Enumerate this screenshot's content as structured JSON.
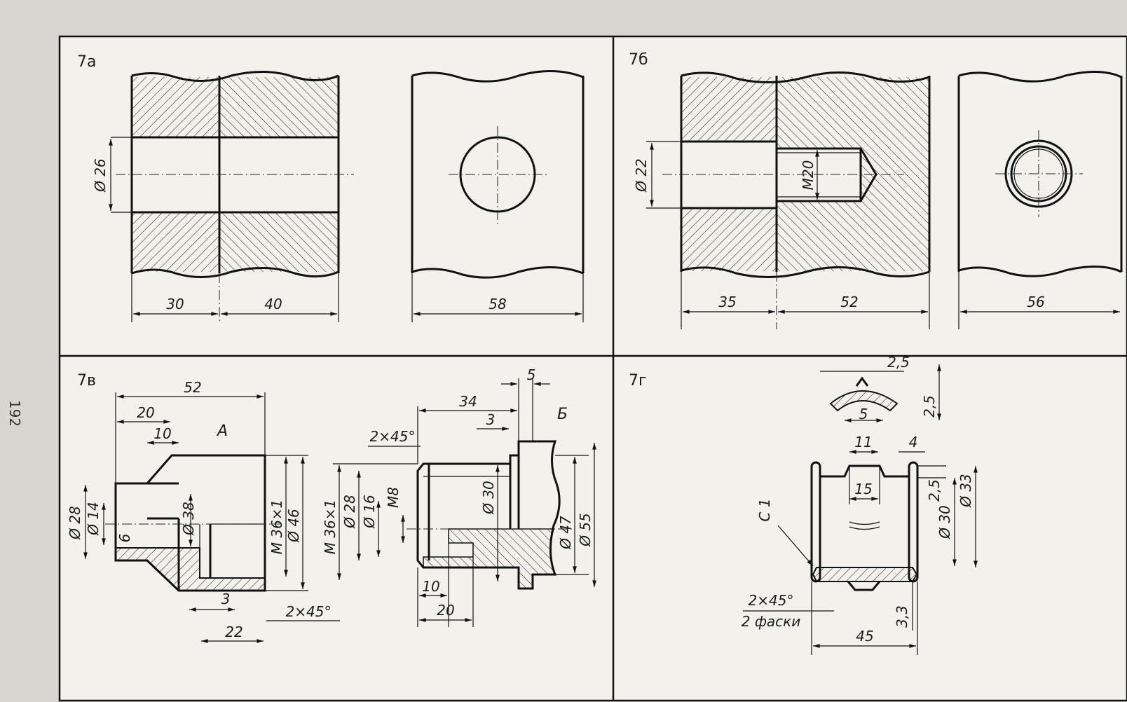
{
  "page_number": "192",
  "panels": {
    "p7a": {
      "label": "7а",
      "dims": {
        "dia": "Ø 26",
        "len1": "30",
        "len2": "40",
        "width": "58"
      }
    },
    "p7b": {
      "label": "7б",
      "dims": {
        "dia": "Ø 22",
        "thread": "M20",
        "len1": "35",
        "len2": "52",
        "width": "56"
      }
    },
    "p7v": {
      "label": "7в",
      "parts": {
        "left": "А",
        "right": "Б"
      },
      "dims": {
        "d52": "52",
        "d20": "20",
        "d10": "10",
        "d28": "Ø 28",
        "d14": "Ø 14",
        "d6": "6",
        "d38": "Ø 38",
        "m36a": "M 36×1",
        "d46": "Ø 46",
        "m36b": "M 36×1",
        "d28b": "Ø 28",
        "d16": "Ø 16",
        "m8": "M8",
        "d30": "Ø 30",
        "d47": "Ø 47",
        "d55": "Ø 55",
        "d3a": "3",
        "d22": "22",
        "chamfer1": "2×45°",
        "d34": "34",
        "d5": "5",
        "d3b": "3",
        "chamfer2": "2×45°",
        "d10b": "10",
        "d20b": "20"
      }
    },
    "p7g": {
      "label": "7г",
      "dims": {
        "d25a": "2,5",
        "d25b": "2,5",
        "d5": "5",
        "d11": "11",
        "d4": "4",
        "d15": "15",
        "d25c": "2,5",
        "c1": "C 1",
        "d30": "Ø 30",
        "d33": "Ø 33",
        "chamfer": "2×45°",
        "chamfer_note": "2 фаски",
        "d33b": "3,3",
        "d45": "45"
      }
    }
  }
}
